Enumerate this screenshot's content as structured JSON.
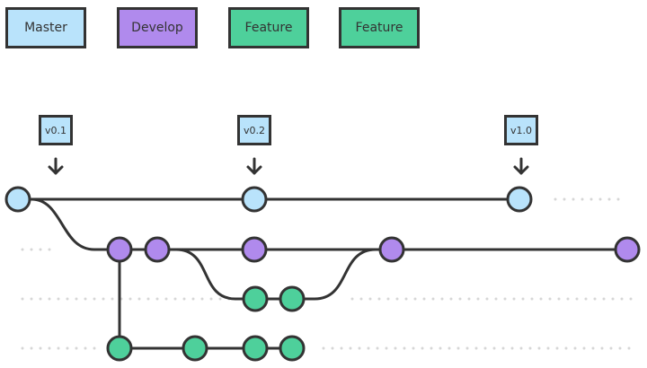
{
  "legend": [
    {
      "label": "Master",
      "color": "#b9e3fb"
    },
    {
      "label": "Develop",
      "color": "#b08aed"
    },
    {
      "label": "Feature",
      "color": "#4ed09b"
    },
    {
      "label": "Feature",
      "color": "#4ed09b"
    }
  ],
  "tags": [
    {
      "label": "v0.1"
    },
    {
      "label": "v0.2"
    },
    {
      "label": "v1.0"
    }
  ],
  "colors": {
    "master": "#b9e3fb",
    "develop": "#b08aed",
    "feature": "#4ed09b",
    "stroke": "#333333",
    "dots": "#d6d6d6"
  },
  "icons": {
    "tag_arrow": "arrow-down-icon"
  }
}
